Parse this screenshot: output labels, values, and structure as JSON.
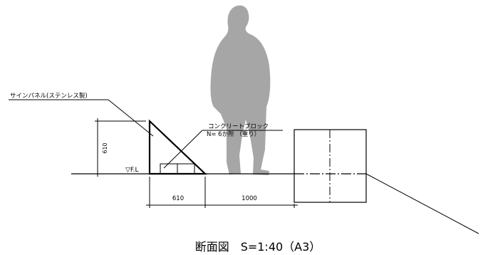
{
  "drawing": {
    "label_sign_panel": "サインパネル(ステンレス製)",
    "label_block": "コンクリートブロック",
    "label_block_count": "N= 6か所 （重り）",
    "label_floor_level": "▽F.L",
    "dim_height": "610",
    "dim_base": "610",
    "dim_gap": "1000",
    "title": "断面図　S=1:40（A3）"
  }
}
